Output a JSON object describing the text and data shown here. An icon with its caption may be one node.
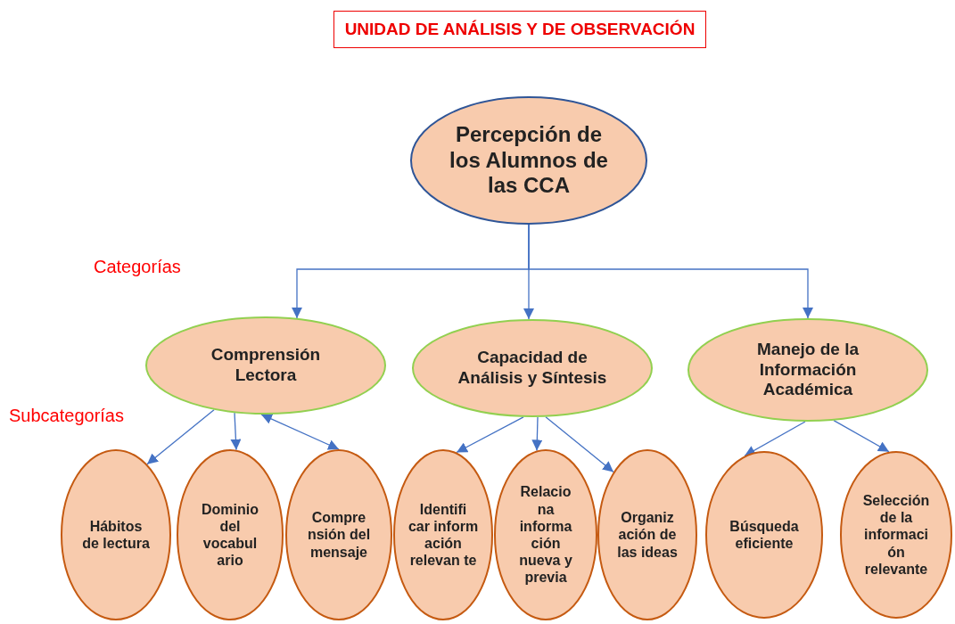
{
  "diagram": {
    "title": "UNIDAD DE ANÁLISIS Y DE OBSERVACIÓN",
    "nodes": [
      {
        "text": [
          "Percepción de los Alumnos de las CCA"
        ]
      },
      {
        "text": [
          "Comprensión Lectora"
        ]
      },
      {
        "text": [
          "Capacidad de Análisis y Síntesis"
        ]
      },
      {
        "text": [
          "Manejo de la Información Académica"
        ]
      },
      {
        "text": [
          "Hábitos de lectura"
        ]
      },
      {
        "text": [
          "Dominio del vocabul ario"
        ]
      },
      {
        "text": [
          "Compre nsión del mensaje"
        ]
      },
      {
        "text": [
          "Identifi car inform ación relevan te"
        ]
      },
      {
        "text": [
          "Relacio na informa ción nueva y previa"
        ]
      },
      {
        "text": [
          "Organiz ación de las ideas"
        ]
      },
      {
        "text": [
          "Búsqueda eficiente"
        ]
      },
      {
        "text": [
          "Selección de la informaci ón relevante"
        ]
      }
    ],
    "edges": [
      {
        "from": 0,
        "to": 1,
        "arrow": "to"
      },
      {
        "from": 0,
        "to": 2,
        "arrow": "to"
      },
      {
        "from": 0,
        "to": 3,
        "arrow": "to"
      },
      {
        "from": 1,
        "to": 4,
        "arrow": "to"
      },
      {
        "from": 1,
        "to": 5,
        "arrow": "to"
      },
      {
        "from": 1,
        "to": 6,
        "arrow": "both"
      },
      {
        "from": 2,
        "to": 7,
        "arrow": "to"
      },
      {
        "from": 2,
        "to": 8,
        "arrow": "to"
      },
      {
        "from": 2,
        "to": 9,
        "arrow": "to"
      },
      {
        "from": 3,
        "to": 10,
        "arrow": "to"
      },
      {
        "from": 3,
        "to": 11,
        "arrow": "to"
      }
    ],
    "labels": [
      "Categorías",
      "Subcategorías"
    ]
  }
}
